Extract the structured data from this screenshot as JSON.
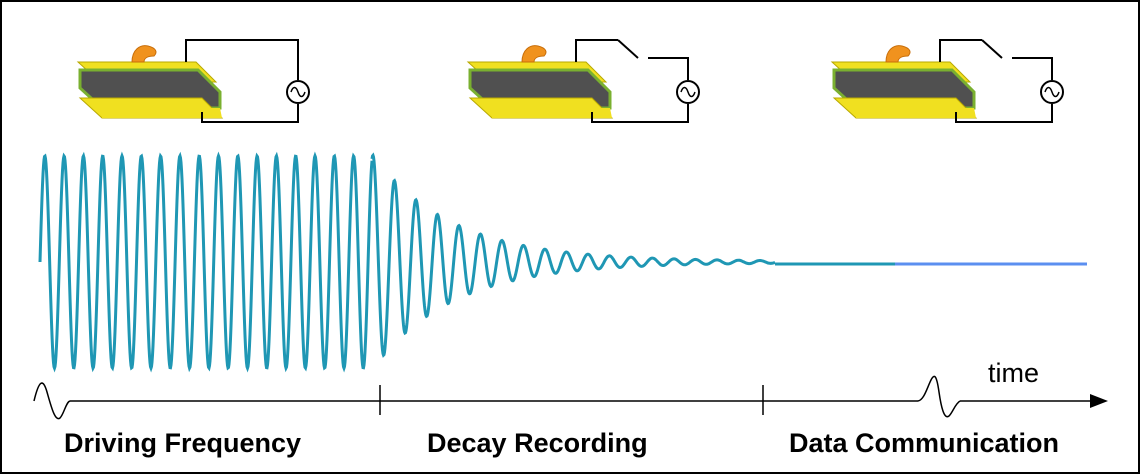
{
  "axis": {
    "time_label": "time"
  },
  "phases": [
    {
      "label": "Driving Frequency"
    },
    {
      "label": "Decay Recording"
    },
    {
      "label": "Data Communication"
    }
  ],
  "circuits": [
    {
      "switch_state": "closed",
      "source_icon": "ac-source-icon"
    },
    {
      "switch_state": "open",
      "source_icon": "ac-source-icon"
    },
    {
      "switch_state": "open",
      "source_icon": "ac-source-icon"
    }
  ],
  "colors": {
    "waveform": "#1f97b4",
    "flatline_end": "#5b8ff0",
    "electrode": "#f0e020",
    "electrode_edge": "#b8a800",
    "crystal": "#505050",
    "crystal_edge": "#7ab030",
    "clip": "#f0921e",
    "frame": "#000000"
  }
}
